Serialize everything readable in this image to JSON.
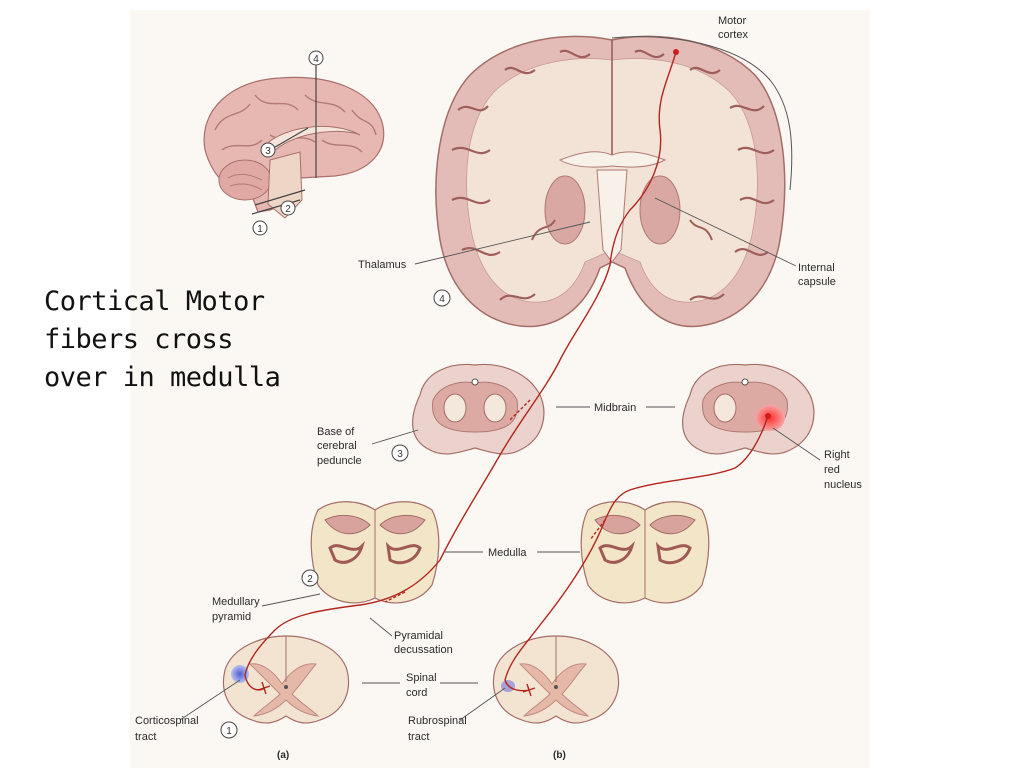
{
  "headline": [
    "Cortical Motor",
    "fibers cross",
    "over in medulla"
  ],
  "labels": {
    "motor_cortex": [
      "Motor",
      "cortex"
    ],
    "thalamus": "Thalamus",
    "internal_capsule": [
      "Internal",
      "capsule"
    ],
    "midbrain": "Midbrain",
    "base_peduncle": [
      "Base of",
      "cerebral",
      "peduncle"
    ],
    "right_red_nucleus": [
      "Right",
      "red",
      "nucleus"
    ],
    "medulla": "Medulla",
    "medullary_pyramid": [
      "Medullary",
      "pyramid"
    ],
    "pyramidal_decussation": [
      "Pyramidal",
      "decussation"
    ],
    "spinal_cord": [
      "Spinal",
      "cord"
    ],
    "corticospinal_tract": [
      "Corticospinal",
      "tract"
    ],
    "rubrospinal_tract": [
      "Rubrospinal",
      "tract"
    ]
  },
  "section_numbers": {
    "n1": "1",
    "n2": "2",
    "n3": "3",
    "n4": "4",
    "fig_n1": "1",
    "fig_n2": "2",
    "fig_n3": "3",
    "fig_n4": "4"
  },
  "panels": {
    "a": "(a)",
    "b": "(b)"
  },
  "colors": {
    "tissue": "#e6c2bf",
    "tissue_dark": "#b9807c",
    "white_matter": "#f3e6d8",
    "cord_white": "#f1e3cf",
    "cord_gray": "#e3b7a8",
    "tract": "#b3261e",
    "red_nucleus": "#f04a4a",
    "corticospinal_spot": "#6f7fd6"
  }
}
